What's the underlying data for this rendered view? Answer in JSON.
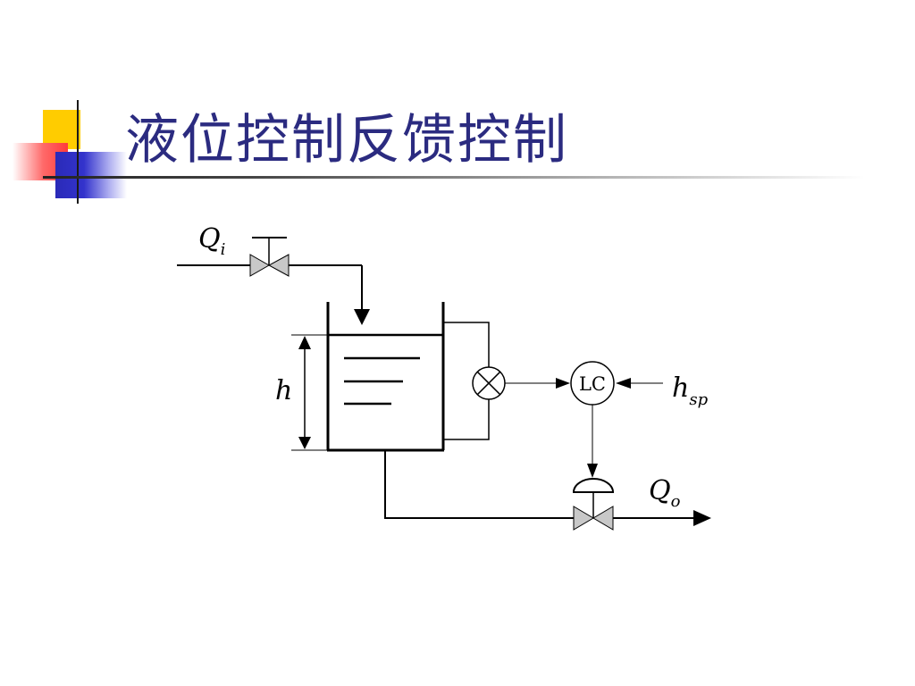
{
  "slide": {
    "title": "液位控制反馈控制"
  },
  "diagram": {
    "inflow_label_main": "Q",
    "inflow_label_sub": "i",
    "outflow_label_main": "Q",
    "outflow_label_sub": "o",
    "level_label": "h",
    "setpoint_label_main": "h",
    "setpoint_label_sub": "sp",
    "controller_label": "LC"
  }
}
